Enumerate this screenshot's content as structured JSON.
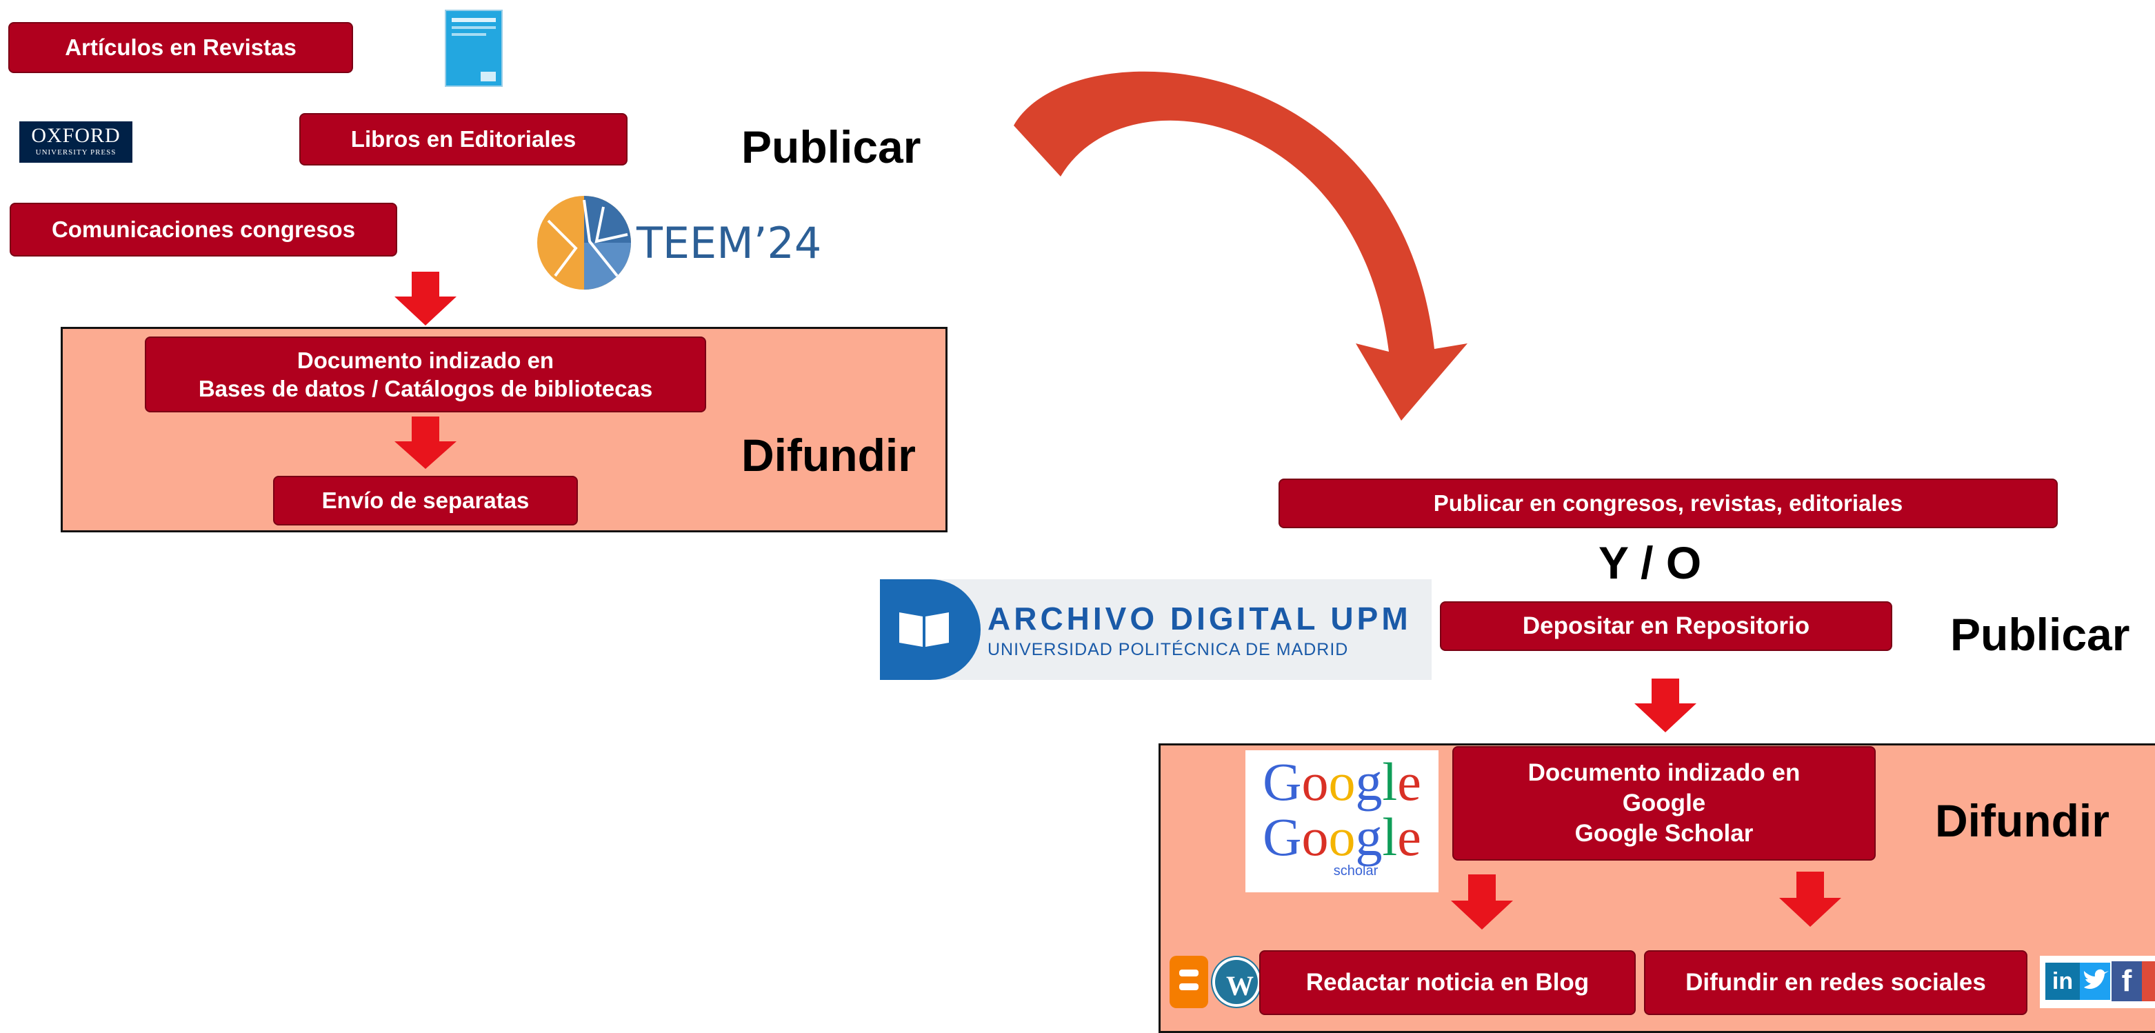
{
  "left": {
    "articulos": "Artículos en Revistas",
    "libros": "Libros en Editoriales",
    "comunicaciones": "Comunicaciones congresos",
    "publicar": "Publicar",
    "indizado": "Documento indizado en\nBases de datos / Catálogos de bibliotecas",
    "separatas": "Envío de separatas",
    "difundir": "Difundir"
  },
  "right": {
    "publicar_congresos": "Publicar  en congresos, revistas, editoriales",
    "y_o": "Y / O",
    "depositar": "Depositar en Repositorio",
    "publicar": "Publicar",
    "indizado_google": "Documento indizado en\nGoogle\nGoogle Scholar",
    "difundir": "Difundir",
    "blog": "Redactar noticia en Blog",
    "redes": "Difundir en redes sociales"
  },
  "logos": {
    "oxford_1": "OXFORD",
    "oxford_2": "UNIVERSITY PRESS",
    "teem": "TEEM’24",
    "archivo_1": "ARCHIVO DIGITAL UPM",
    "archivo_2": "UNIVERSIDAD POLITÉCNICA DE MADRID",
    "google": "Google",
    "google_scholar": "Google",
    "scholar": "scholar"
  },
  "colors": {
    "box": "#b0001e",
    "panel": "#fcab91",
    "arrow": "#e8141c",
    "curve_arrow": "#d9432c"
  },
  "icons": [
    "journal-cover-icon",
    "oxford-logo",
    "teem-logo",
    "archivo-digital-upm-logo",
    "google-logo",
    "google-scholar-logo",
    "blogger-icon",
    "wordpress-icon",
    "linkedin-icon",
    "twitter-icon",
    "facebook-icon",
    "google-plus-icon"
  ]
}
